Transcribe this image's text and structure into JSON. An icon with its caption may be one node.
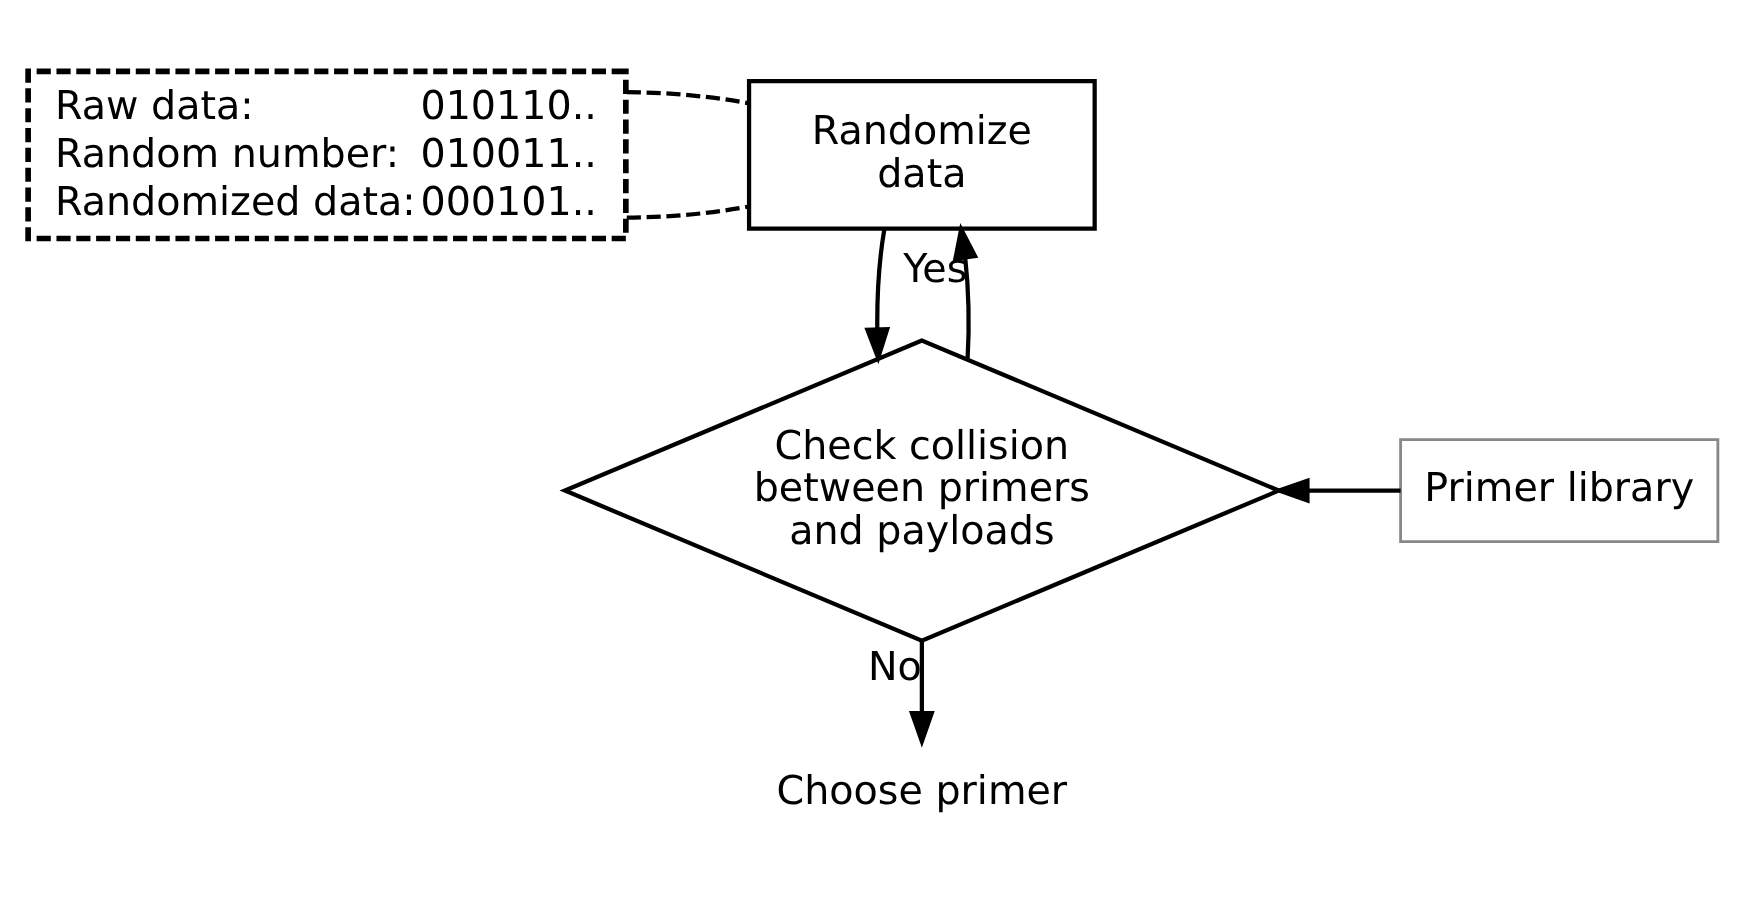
{
  "diagram": {
    "nodes": [
      {
        "text": [
          "Raw data:",
          "010110..",
          "Random number:",
          "010011..",
          "Randomized data:",
          "000101.."
        ]
      },
      {
        "text": [
          "Randomize data"
        ]
      },
      {
        "text": [
          "Check collision between primers and payloads"
        ]
      },
      {
        "text": [
          "Primer library"
        ]
      },
      {
        "text": [
          "Choose primer"
        ]
      }
    ],
    "edges": [
      {
        "from": 0,
        "to": 1,
        "arrow": "none",
        "style": "dashed"
      },
      {
        "from": 0,
        "to": 1,
        "arrow": "none",
        "style": "dashed"
      },
      {
        "from": 1,
        "to": 2,
        "arrow": "to"
      },
      {
        "from": 3,
        "to": 2,
        "arrow": "to"
      },
      {
        "from": 2,
        "to": 1,
        "arrow": "to",
        "label": "Yes"
      },
      {
        "from": 2,
        "to": 4,
        "arrow": "to",
        "label": "No"
      }
    ]
  }
}
